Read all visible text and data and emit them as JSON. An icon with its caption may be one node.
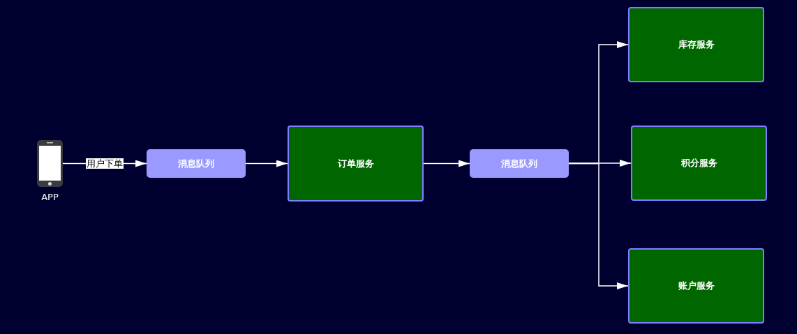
{
  "diagram": {
    "nodes": [
      {
        "text": [
          "APP"
        ]
      },
      {
        "text": [
          "消息队列"
        ]
      },
      {
        "text": [
          "订单服务"
        ]
      },
      {
        "text": [
          "消息队列"
        ]
      },
      {
        "text": [
          "库存服务"
        ]
      },
      {
        "text": [
          "积分服务"
        ]
      },
      {
        "text": [
          "账户服务"
        ]
      }
    ],
    "edges": [
      {
        "from": 0,
        "to": 1,
        "arrow": "to",
        "label": "用户下单"
      },
      {
        "from": 1,
        "to": 2,
        "arrow": "to"
      },
      {
        "from": 2,
        "to": 3,
        "arrow": "to"
      },
      {
        "from": 3,
        "to": 4,
        "arrow": "to"
      },
      {
        "from": 3,
        "to": 5,
        "arrow": "to"
      },
      {
        "from": 3,
        "to": 6,
        "arrow": "to"
      }
    ]
  }
}
